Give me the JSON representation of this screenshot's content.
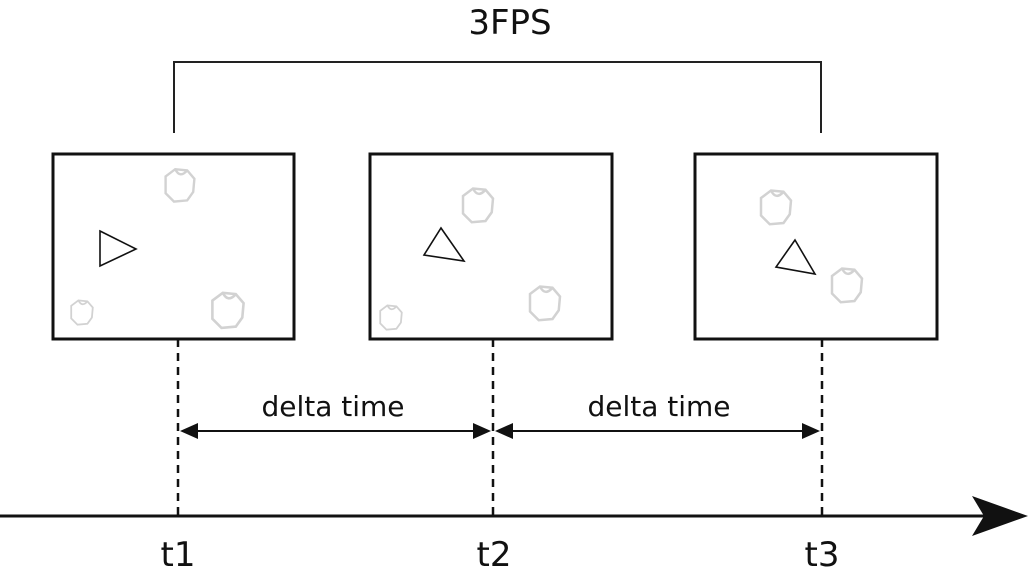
{
  "diagram": {
    "rate_label": "3FPS",
    "interval_label": "delta time",
    "time_labels": [
      "t1",
      "t2",
      "t3"
    ]
  },
  "colors": {
    "ink": "#111111",
    "asteroid": "#d2d2d2",
    "background": "#ffffff"
  },
  "icons": {
    "ship": "triangle-ship-icon",
    "asteroid": "asteroid-outline-icon",
    "arrowhead": "arrowhead-icon"
  }
}
